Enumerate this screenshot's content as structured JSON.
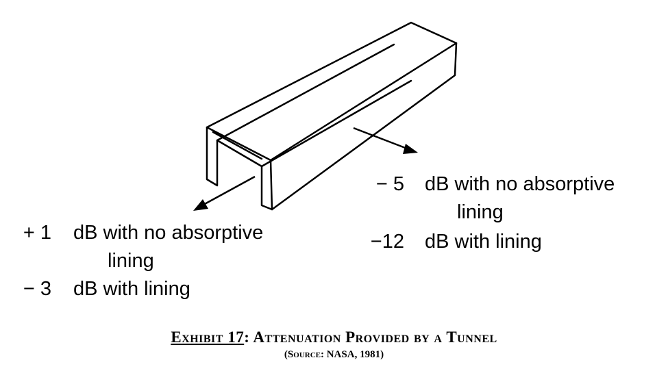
{
  "left_values": {
    "line1": {
      "value": "+ 1",
      "text": "dB with no absorptive"
    },
    "line2": {
      "text": "lining"
    },
    "line3": {
      "value": "− 3",
      "text": "dB with lining"
    }
  },
  "right_values": {
    "line1": {
      "value": "− 5",
      "text": "dB with no absorptive"
    },
    "line2": {
      "text": "lining"
    },
    "line3": {
      "value": "−12",
      "text": "dB with lining"
    }
  },
  "caption": {
    "exhibit": "Exhibit 17",
    "title": ":  Attenuation Provided by a Tunnel",
    "source": "(Source:  NASA, 1981)"
  }
}
